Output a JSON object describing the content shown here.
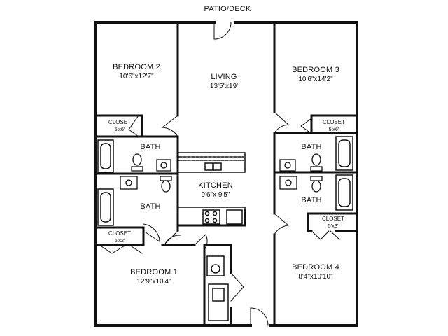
{
  "outside": {
    "patio": "PATIO/DECK"
  },
  "rooms": {
    "bedroom2": {
      "name": "BEDROOM 2",
      "dim": "10'6\"x12'7\""
    },
    "living": {
      "name": "LIVING",
      "dim": "13'5\"x19'"
    },
    "bedroom3": {
      "name": "BEDROOM 3",
      "dim": "10'6\"x14'2\""
    },
    "closet_tl": {
      "name": "CLOSET",
      "dim": "5'x6'"
    },
    "closet_tr": {
      "name": "CLOSET",
      "dim": "5'x6'"
    },
    "bath_tl": {
      "name": "BATH"
    },
    "bath_tr": {
      "name": "BATH"
    },
    "kitchen": {
      "name": "KITCHEN",
      "dim": "9'6\"x 9'5\""
    },
    "bath_bl": {
      "name": "BATH"
    },
    "bath_br": {
      "name": "BATH"
    },
    "closet_bl": {
      "name": "CLOSET",
      "dim": "6'x2'"
    },
    "closet_br": {
      "name": "CLOSET",
      "dim": "5'x3'"
    },
    "bedroom1": {
      "name": "BEDROOM 1",
      "dim": "12'9\"x10'4\""
    },
    "bedroom4": {
      "name": "BEDROOM 4",
      "dim": "8'4\"x10'10\""
    }
  }
}
